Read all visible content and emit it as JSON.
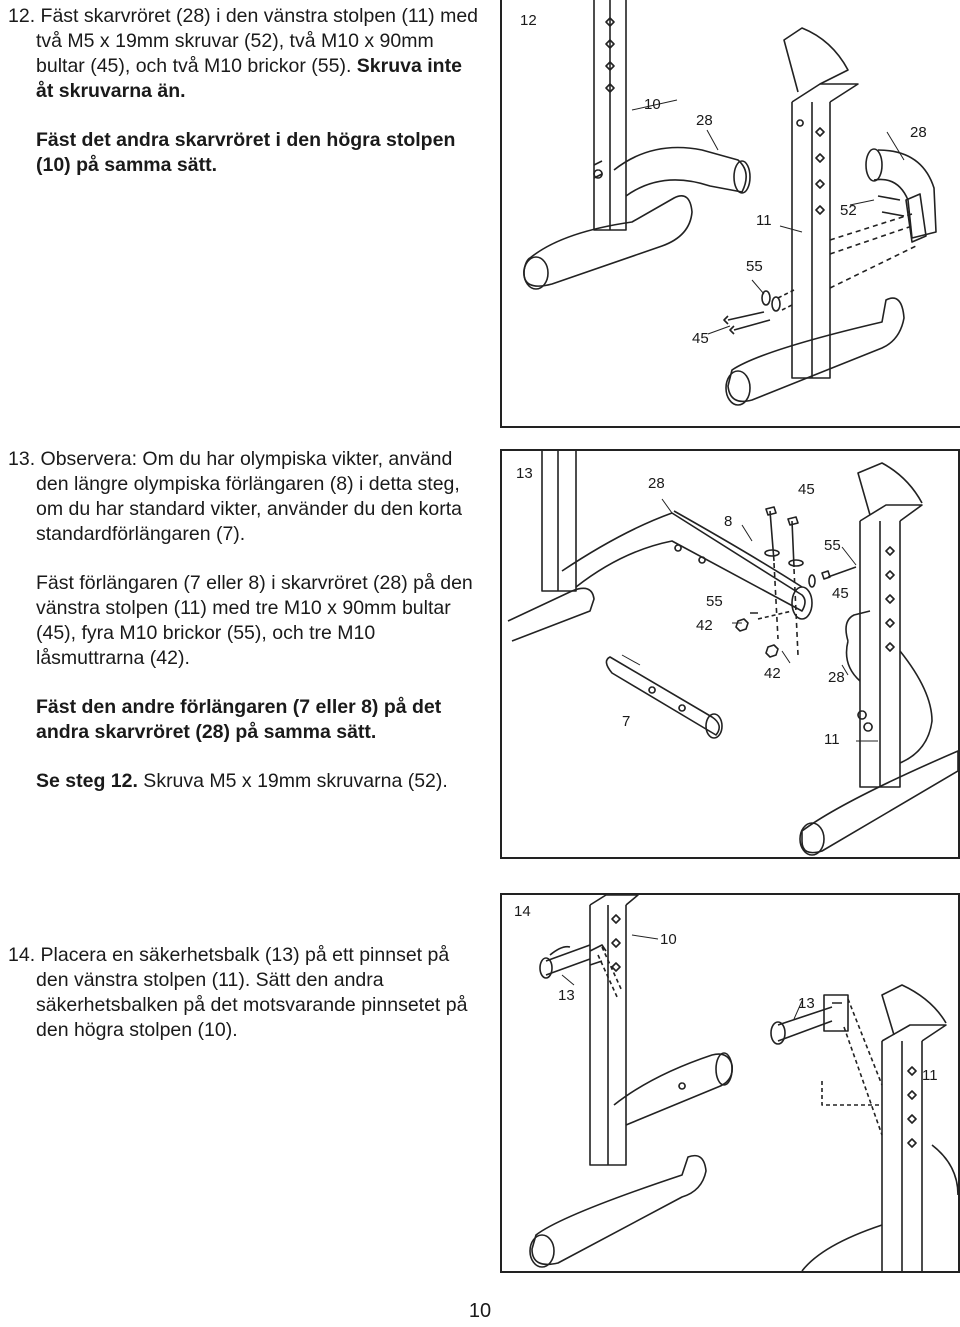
{
  "step12": {
    "number": "12.",
    "lines_regular": "Fäst skarvröret (28) i den vänstra stolpen (11) med två M5 x 19mm skruvar (52), två M10 x 90mm bultar (45), och två M10 brickor (55). ",
    "lines_bold": "Skruva inte åt skruvarna än.",
    "para2": "Fäst det andra skarvröret i den högra stolpen (10) på samma sätt."
  },
  "step13": {
    "number": "13.",
    "para1": "Observera: Om du har olympiska vikter, använd den längre olympiska förlängaren (8) i detta steg, om du har standard vikter, använder du den korta standardförlängaren (7).",
    "para2": "Fäst förlängaren (7 eller 8) i skarvröret (28) på den vänstra stolpen (11) med tre M10 x 90mm bultar (45), fyra M10 brickor (55), och tre M10 låsmuttrarna (42).",
    "para3_bold": "Fäst den andre förlängaren (7 eller 8) på det andra skarvröret (28) på samma sätt.",
    "para4_bold": "Se steg 12.",
    "para4_regular": " Skruva M5 x 19mm skruvarna (52)."
  },
  "step14": {
    "number": "14.",
    "para1": "Placera en säkerhetsbalk (13) på ett pinnset på den vänstra stolpen (11). Sätt den andra säkerhetsbalken på det motsvarande pinnsetet på den högra stolpen (10)."
  },
  "figure12": {
    "step": "12",
    "labels": {
      "p10": "10",
      "p28a": "28",
      "p28b": "28",
      "p11": "11",
      "p52": "52",
      "p55": "55",
      "p45": "45"
    }
  },
  "figure13": {
    "step": "13",
    "labels": {
      "p28a": "28",
      "p45a": "45",
      "p8": "8",
      "p55a": "55",
      "p45b": "45",
      "p55b": "55",
      "p42a": "42",
      "p42b": "42",
      "p28b": "28",
      "p7": "7",
      "p11": "11"
    }
  },
  "figure14": {
    "step": "14",
    "labels": {
      "p10": "10",
      "p13a": "13",
      "p13b": "13",
      "p11": "11"
    }
  },
  "page_number": "10"
}
